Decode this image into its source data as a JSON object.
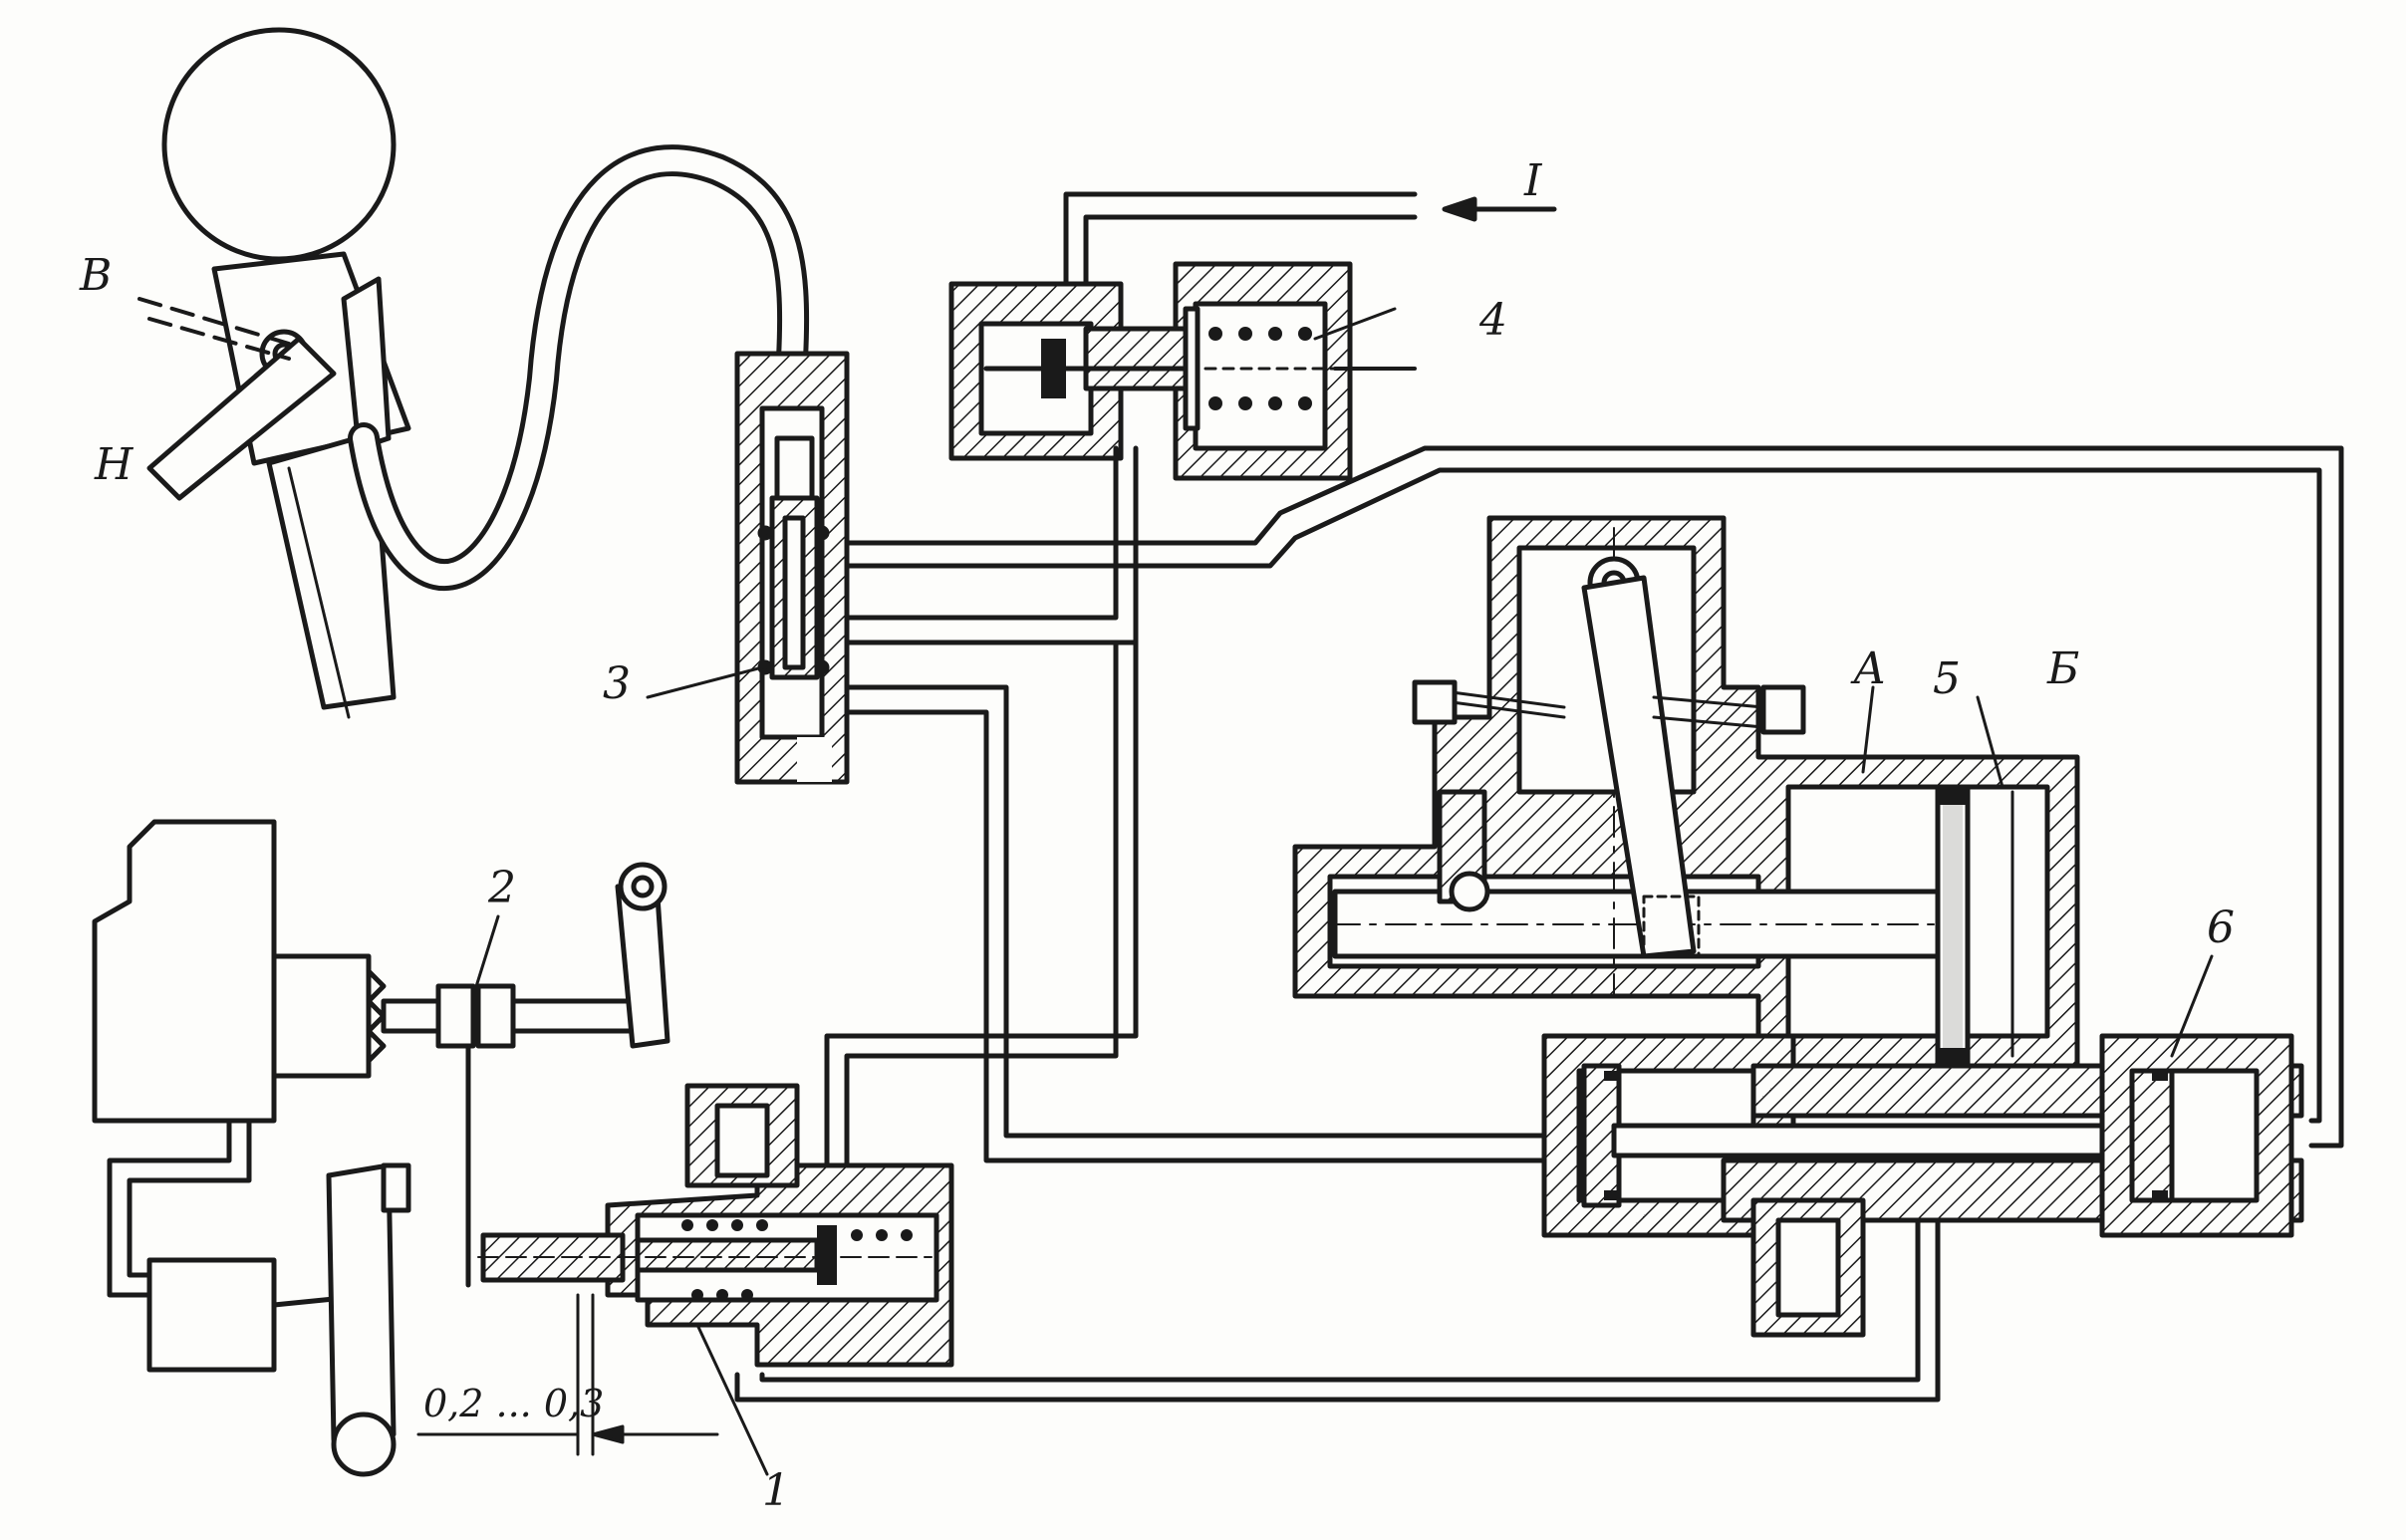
{
  "labels": {
    "B": "В",
    "H": "Н",
    "I": "I",
    "n1": "1",
    "n2": "2",
    "n3": "3",
    "n4": "4",
    "n5": "5",
    "n6": "6",
    "A": "А",
    "Bb": "Б",
    "gap": "0,2 ... 0,3"
  },
  "colors": {
    "ink": "#1a1a1a",
    "paper": "#fdfdfb"
  }
}
